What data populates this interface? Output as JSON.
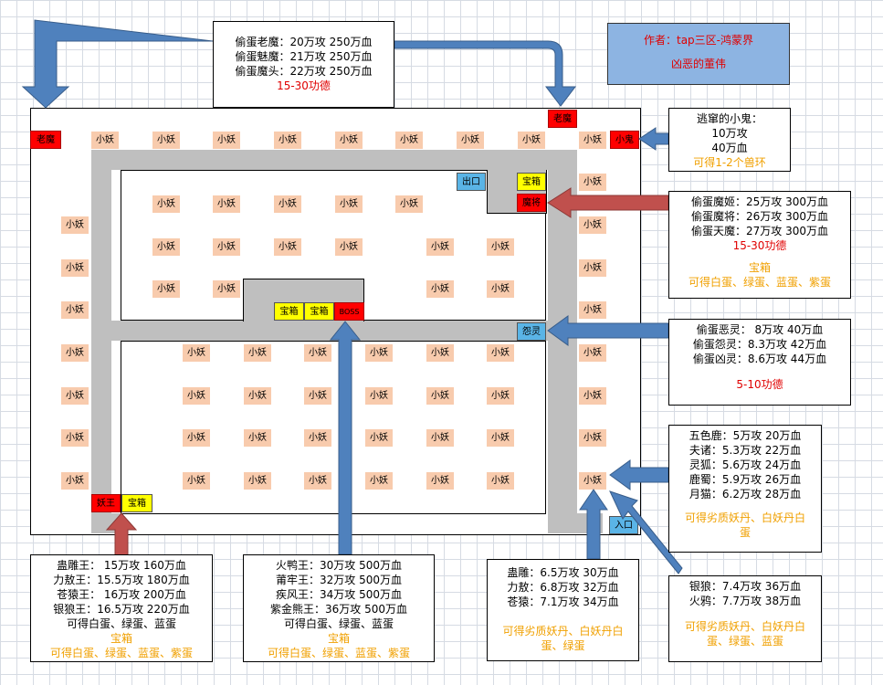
{
  "author": {
    "line1": "作者：tap三区-鸿蒙界",
    "line2": "凶恶的董伟"
  },
  "top_box": {
    "lines": [
      "偷蛋老魔：20万攻  250万血",
      "偷蛋魅魔：21万攻  250万血",
      "偷蛋魔头：22万攻  250万血"
    ],
    "merit": "15-30功德"
  },
  "ghost_box": {
    "lines": [
      "逃窜的小鬼：",
      "10万攻",
      "40万血"
    ],
    "reward": "可得1-2个兽环"
  },
  "general_box": {
    "lines": [
      "偷蛋魔姬：25万攻  300万血",
      "偷蛋魔将：26万攻  300万血",
      "偷蛋天魔：27万攻  300万血"
    ],
    "merit": "15-30功德",
    "chest": "宝箱",
    "reward": "可得白蛋、绿蛋、蓝蛋、紫蛋"
  },
  "spirit_box": {
    "lines": [
      "偷蛋恶灵：  8万攻  40万血",
      "偷蛋怨灵：8.3万攻  42万血",
      "偷蛋凶灵：8.6万攻  44万血"
    ],
    "merit": "5-10功德"
  },
  "deer_box": {
    "lines": [
      "五色鹿：5万攻  20万血",
      "夫诸：5.3万攻  22万血",
      "灵狐：5.6万攻  24万血",
      "鹿蜀：5.9万攻  26万血",
      "月猫：6.2万攻  28万血"
    ],
    "reward": "可得劣质妖丹、白妖丹白蛋"
  },
  "wolf_box": {
    "lines": [
      "银狼：7.4万攻  36万血",
      "火鸦：7.7万攻  38万血"
    ],
    "reward": "可得劣质妖丹、白妖丹白蛋、绿蛋、蓝蛋"
  },
  "eagle_box": {
    "lines": [
      "蛊雕：6.5万攻  30万血",
      "力敖：6.8万攻  32万血",
      "苍猿：7.1万攻  34万血"
    ],
    "reward": "可得劣质妖丹、白妖丹白蛋、绿蛋"
  },
  "king_box": {
    "lines": [
      "蛊雕王：   15万攻  160万血",
      "力敖王：15.5万攻  180万血",
      "苍猿王：   16万攻  200万血",
      "银狼王：16.5万攻  220万血"
    ],
    "sub": "可得白蛋、绿蛋、蓝蛋",
    "chest": "宝箱",
    "reward": "可得白蛋、绿蛋、蓝蛋、紫蛋"
  },
  "boss_box": {
    "lines": [
      "火鸭王：30万攻  500万血",
      "莆牢王：32万攻  500万血",
      "疾风王：34万攻  500万血",
      "紫金熊王：36万攻  500万血"
    ],
    "sub": "可得白蛋、绿蛋、蓝蛋",
    "chest": "宝箱",
    "reward": "可得白蛋、绿蛋、蓝蛋、紫蛋"
  },
  "map": {
    "minion": "小妖",
    "old_demon": "老魔",
    "ghost": "小鬼",
    "exit": "出口",
    "entrance": "入口",
    "chest": "宝箱",
    "general": "魔将",
    "boss": "BOSS",
    "spirit": "怨灵",
    "demon_king": "妖王"
  },
  "colors": {
    "arrow_blue": "#4f81bd",
    "arrow_red": "#c0504d",
    "cell": "#f8cbad",
    "corridor": "#bfbfbf"
  }
}
